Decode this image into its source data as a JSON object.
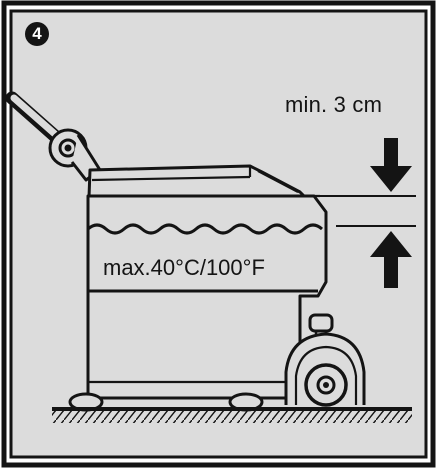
{
  "step_number": "4",
  "clearance_label": "min. 3 cm",
  "temperature_label": "max.40°C/100°F",
  "colors": {
    "ink": "#141414",
    "panel": "#dcdcdc",
    "paper": "#ffffff"
  }
}
